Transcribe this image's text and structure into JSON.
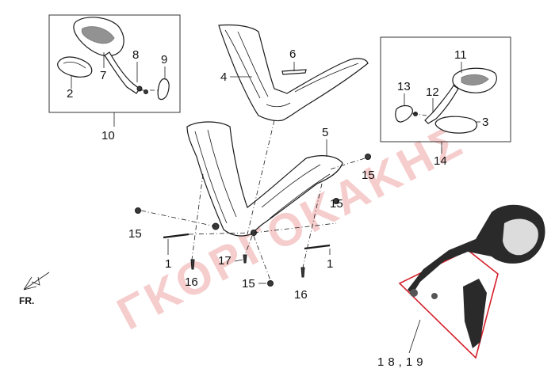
{
  "watermark": {
    "text": "ΓΚΟΡΓΟΚΑΚΗΣ",
    "color": "#e25a5a"
  },
  "orientation": {
    "label": "FR."
  },
  "callouts": {
    "c1a": "1",
    "c1b": "1",
    "c2": "2",
    "c3": "3",
    "c4": "4",
    "c5": "5",
    "c6": "6",
    "c7": "7",
    "c8": "8",
    "c9": "9",
    "c10": "10",
    "c11": "11",
    "c12": "12",
    "c13": "13",
    "c14": "14",
    "c15a": "15",
    "c15b": "15",
    "c15c": "15",
    "c15d": "15",
    "c16a": "16",
    "c16b": "16",
    "c17": "17",
    "c1819": "18,19"
  },
  "colors": {
    "line": "#1a1a1a",
    "detail_border": "#d4202a",
    "photo_dark": "#2a2a2a"
  }
}
